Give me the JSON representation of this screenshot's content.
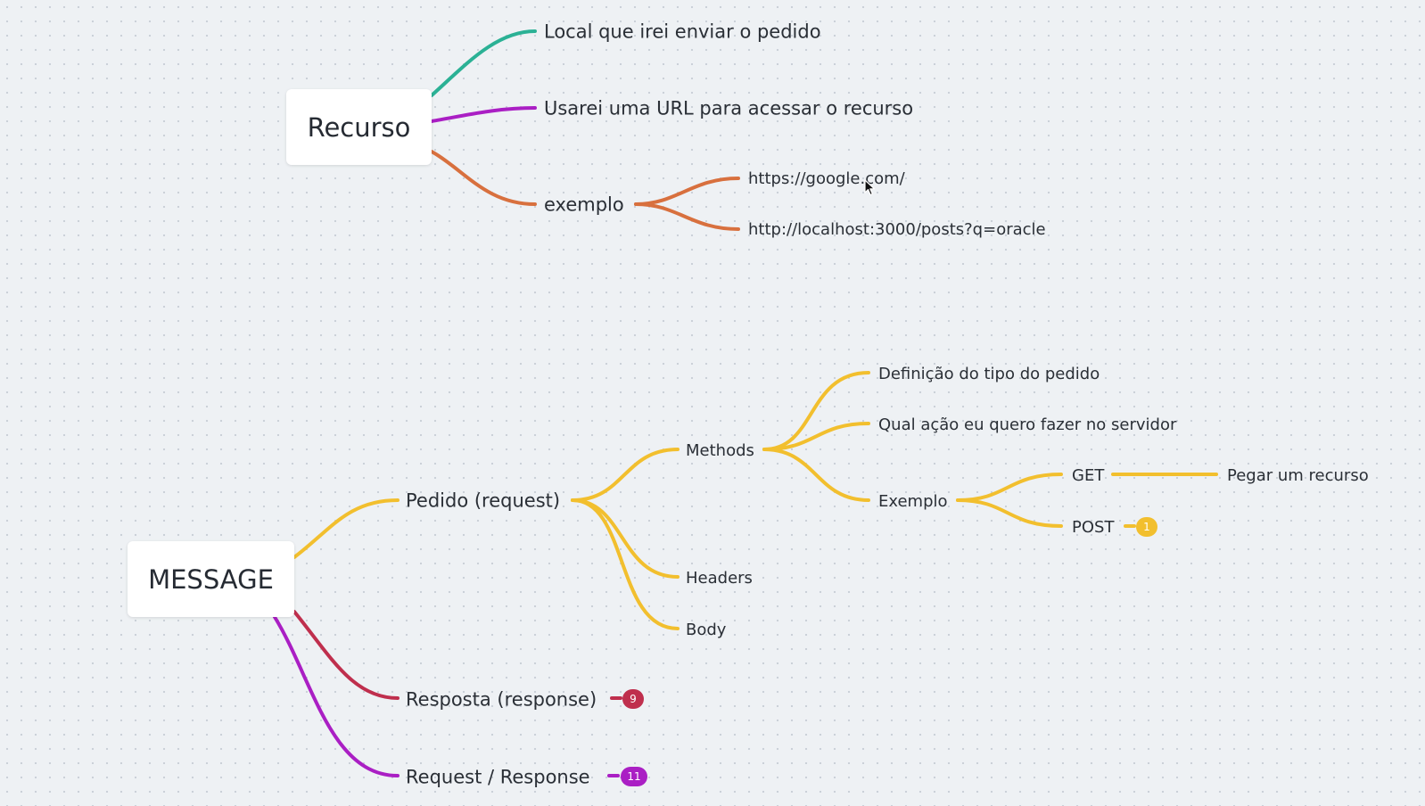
{
  "colors": {
    "teal": "#2bb195",
    "purple": "#aa1fc4",
    "orange": "#d8703e",
    "yellow": "#f2bf2e",
    "crimson": "#bf2f4d"
  },
  "mindmap": {
    "recurso": {
      "label": "Recurso",
      "children": {
        "local": "Local que irei enviar o pedido",
        "url": "Usarei uma URL para acessar o recurso",
        "exemplo": {
          "label": "exemplo",
          "items": [
            "https://google.com/",
            "http://localhost:3000/posts?q=oracle"
          ]
        }
      }
    },
    "message": {
      "label": "MESSAGE",
      "pedido": {
        "label": "Pedido (request)",
        "methods": {
          "label": "Methods",
          "definicao": "Definição do tipo do pedido",
          "qual_acao": "Qual ação eu quero fazer no servidor",
          "exemplo": {
            "label": "Exemplo",
            "get": "GET",
            "get_desc": "Pegar um recurso",
            "post": "POST",
            "post_badge": "1"
          }
        },
        "headers": "Headers",
        "body": "Body"
      },
      "resposta": {
        "label": "Resposta (response)",
        "badge": "9"
      },
      "reqres": {
        "label": "Request / Response",
        "badge": "11"
      }
    }
  }
}
